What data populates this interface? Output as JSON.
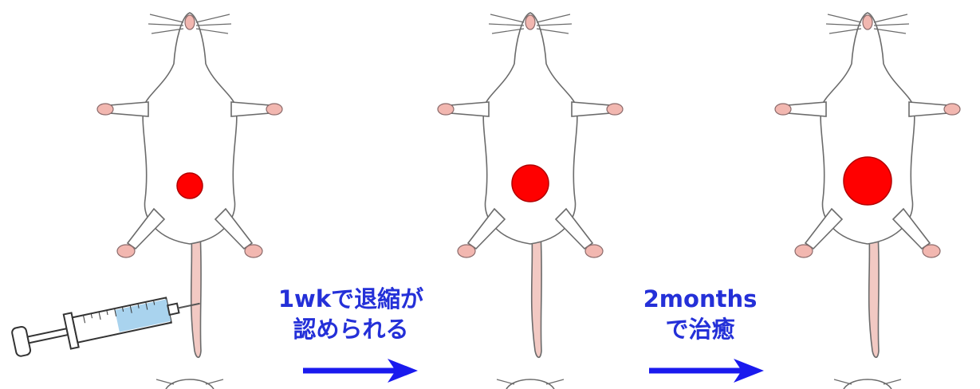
{
  "colors": {
    "tumor": "#ff0000",
    "arrow": "#1a1aee",
    "label": "#2430d8",
    "skin": "#ffffff",
    "pink": "#f2b7b0",
    "outline": "#6b6b6b"
  },
  "icons": [
    "mouse-icon",
    "syringe-icon",
    "arrow-right-icon"
  ],
  "stages": [
    {
      "tumor_size": "small"
    },
    {
      "tumor_size": "medium"
    },
    {
      "tumor_size": "large"
    }
  ],
  "transitions": [
    {
      "line1": "1wkで退縮が",
      "line2": "認められる"
    },
    {
      "line1": "2months",
      "line2": "で治癒"
    }
  ]
}
